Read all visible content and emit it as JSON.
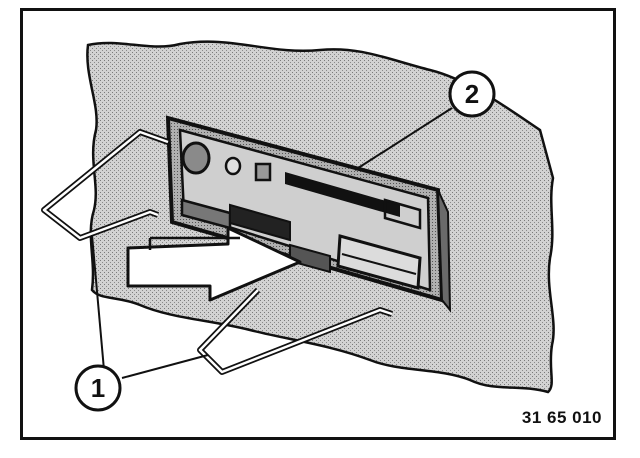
{
  "figure": {
    "callouts": [
      {
        "label": "1",
        "meaning": "removal-tool"
      },
      {
        "label": "2",
        "meaning": "radio-unit"
      }
    ],
    "figure_id": "31 65 010"
  },
  "colors": {
    "ink": "#111111",
    "panel_gray": "#bdbdbd",
    "background": "#ffffff"
  }
}
